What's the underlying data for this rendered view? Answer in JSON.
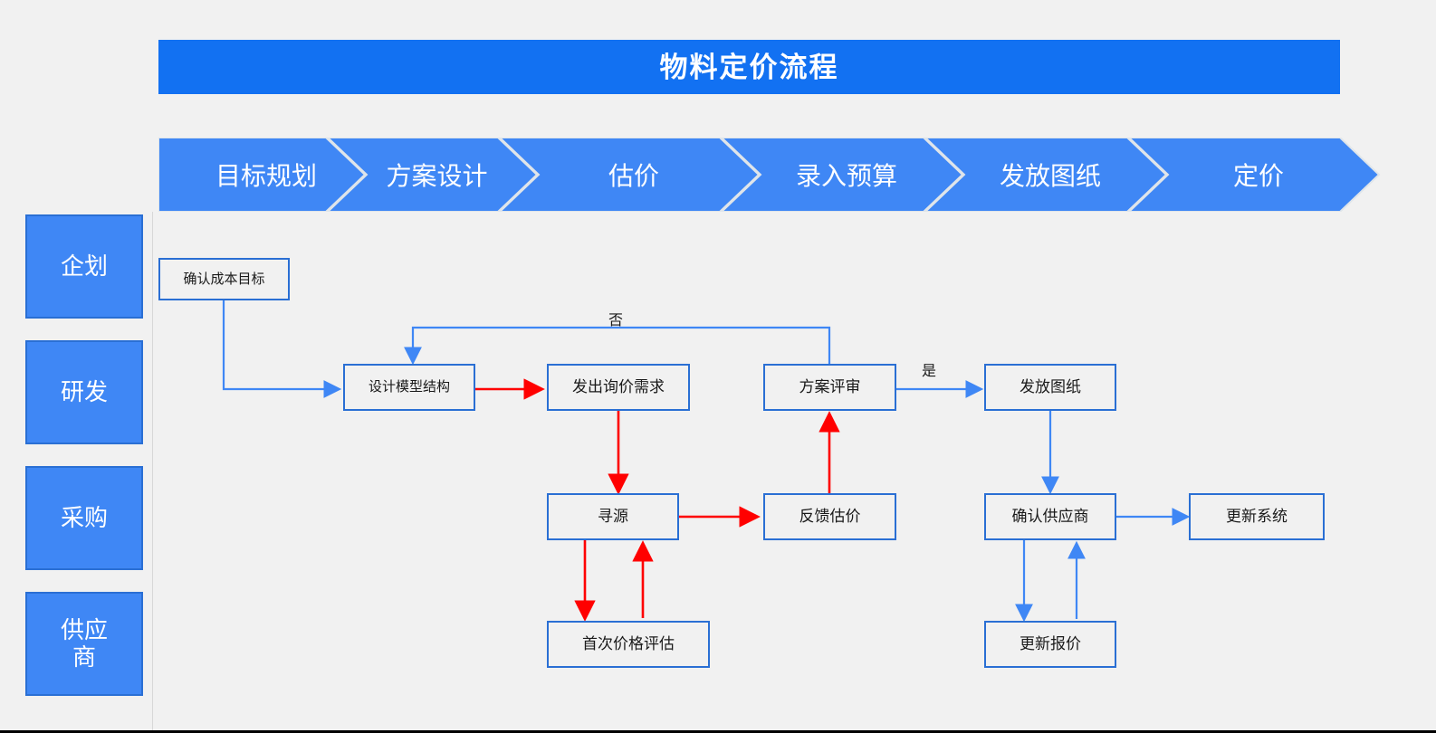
{
  "header": {
    "title": "物料定价流程",
    "title_bg": "#1271f2",
    "title_color": "#ffffff"
  },
  "stage_band": {
    "fill": "#3f87f5",
    "text_color": "#ffffff",
    "stages": [
      {
        "label": "目标规划"
      },
      {
        "label": "方案设计"
      },
      {
        "label": "估价"
      },
      {
        "label": "录入预算"
      },
      {
        "label": "发放图纸"
      },
      {
        "label": "定价"
      }
    ]
  },
  "lanes": [
    {
      "label": "企划"
    },
    {
      "label": "研发"
    },
    {
      "label": "采购"
    },
    {
      "label": "供应商"
    }
  ],
  "nodes": [
    {
      "id": "n1",
      "label": "确认成本目标",
      "lane": "企划"
    },
    {
      "id": "n2",
      "label": "设计模型结构",
      "lane": "研发"
    },
    {
      "id": "n3",
      "label": "发出询价需求",
      "lane": "研发"
    },
    {
      "id": "n4",
      "label": "方案评审",
      "lane": "研发"
    },
    {
      "id": "n5",
      "label": "发放图纸",
      "lane": "研发"
    },
    {
      "id": "n6",
      "label": "寻源",
      "lane": "采购"
    },
    {
      "id": "n7",
      "label": "反馈估价",
      "lane": "采购"
    },
    {
      "id": "n8",
      "label": "确认供应商",
      "lane": "采购"
    },
    {
      "id": "n9",
      "label": "更新系统",
      "lane": "采购"
    },
    {
      "id": "n10",
      "label": "首次价格评估",
      "lane": "供应商"
    },
    {
      "id": "n11",
      "label": "更新报价",
      "lane": "供应商"
    }
  ],
  "edge_labels": {
    "no": "否",
    "yes": "是"
  },
  "colors": {
    "blue_arrow": "#3f87f5",
    "red_arrow": "#ff0000",
    "node_border": "#2a6fd4",
    "canvas_bg": "#f1f1f1"
  }
}
